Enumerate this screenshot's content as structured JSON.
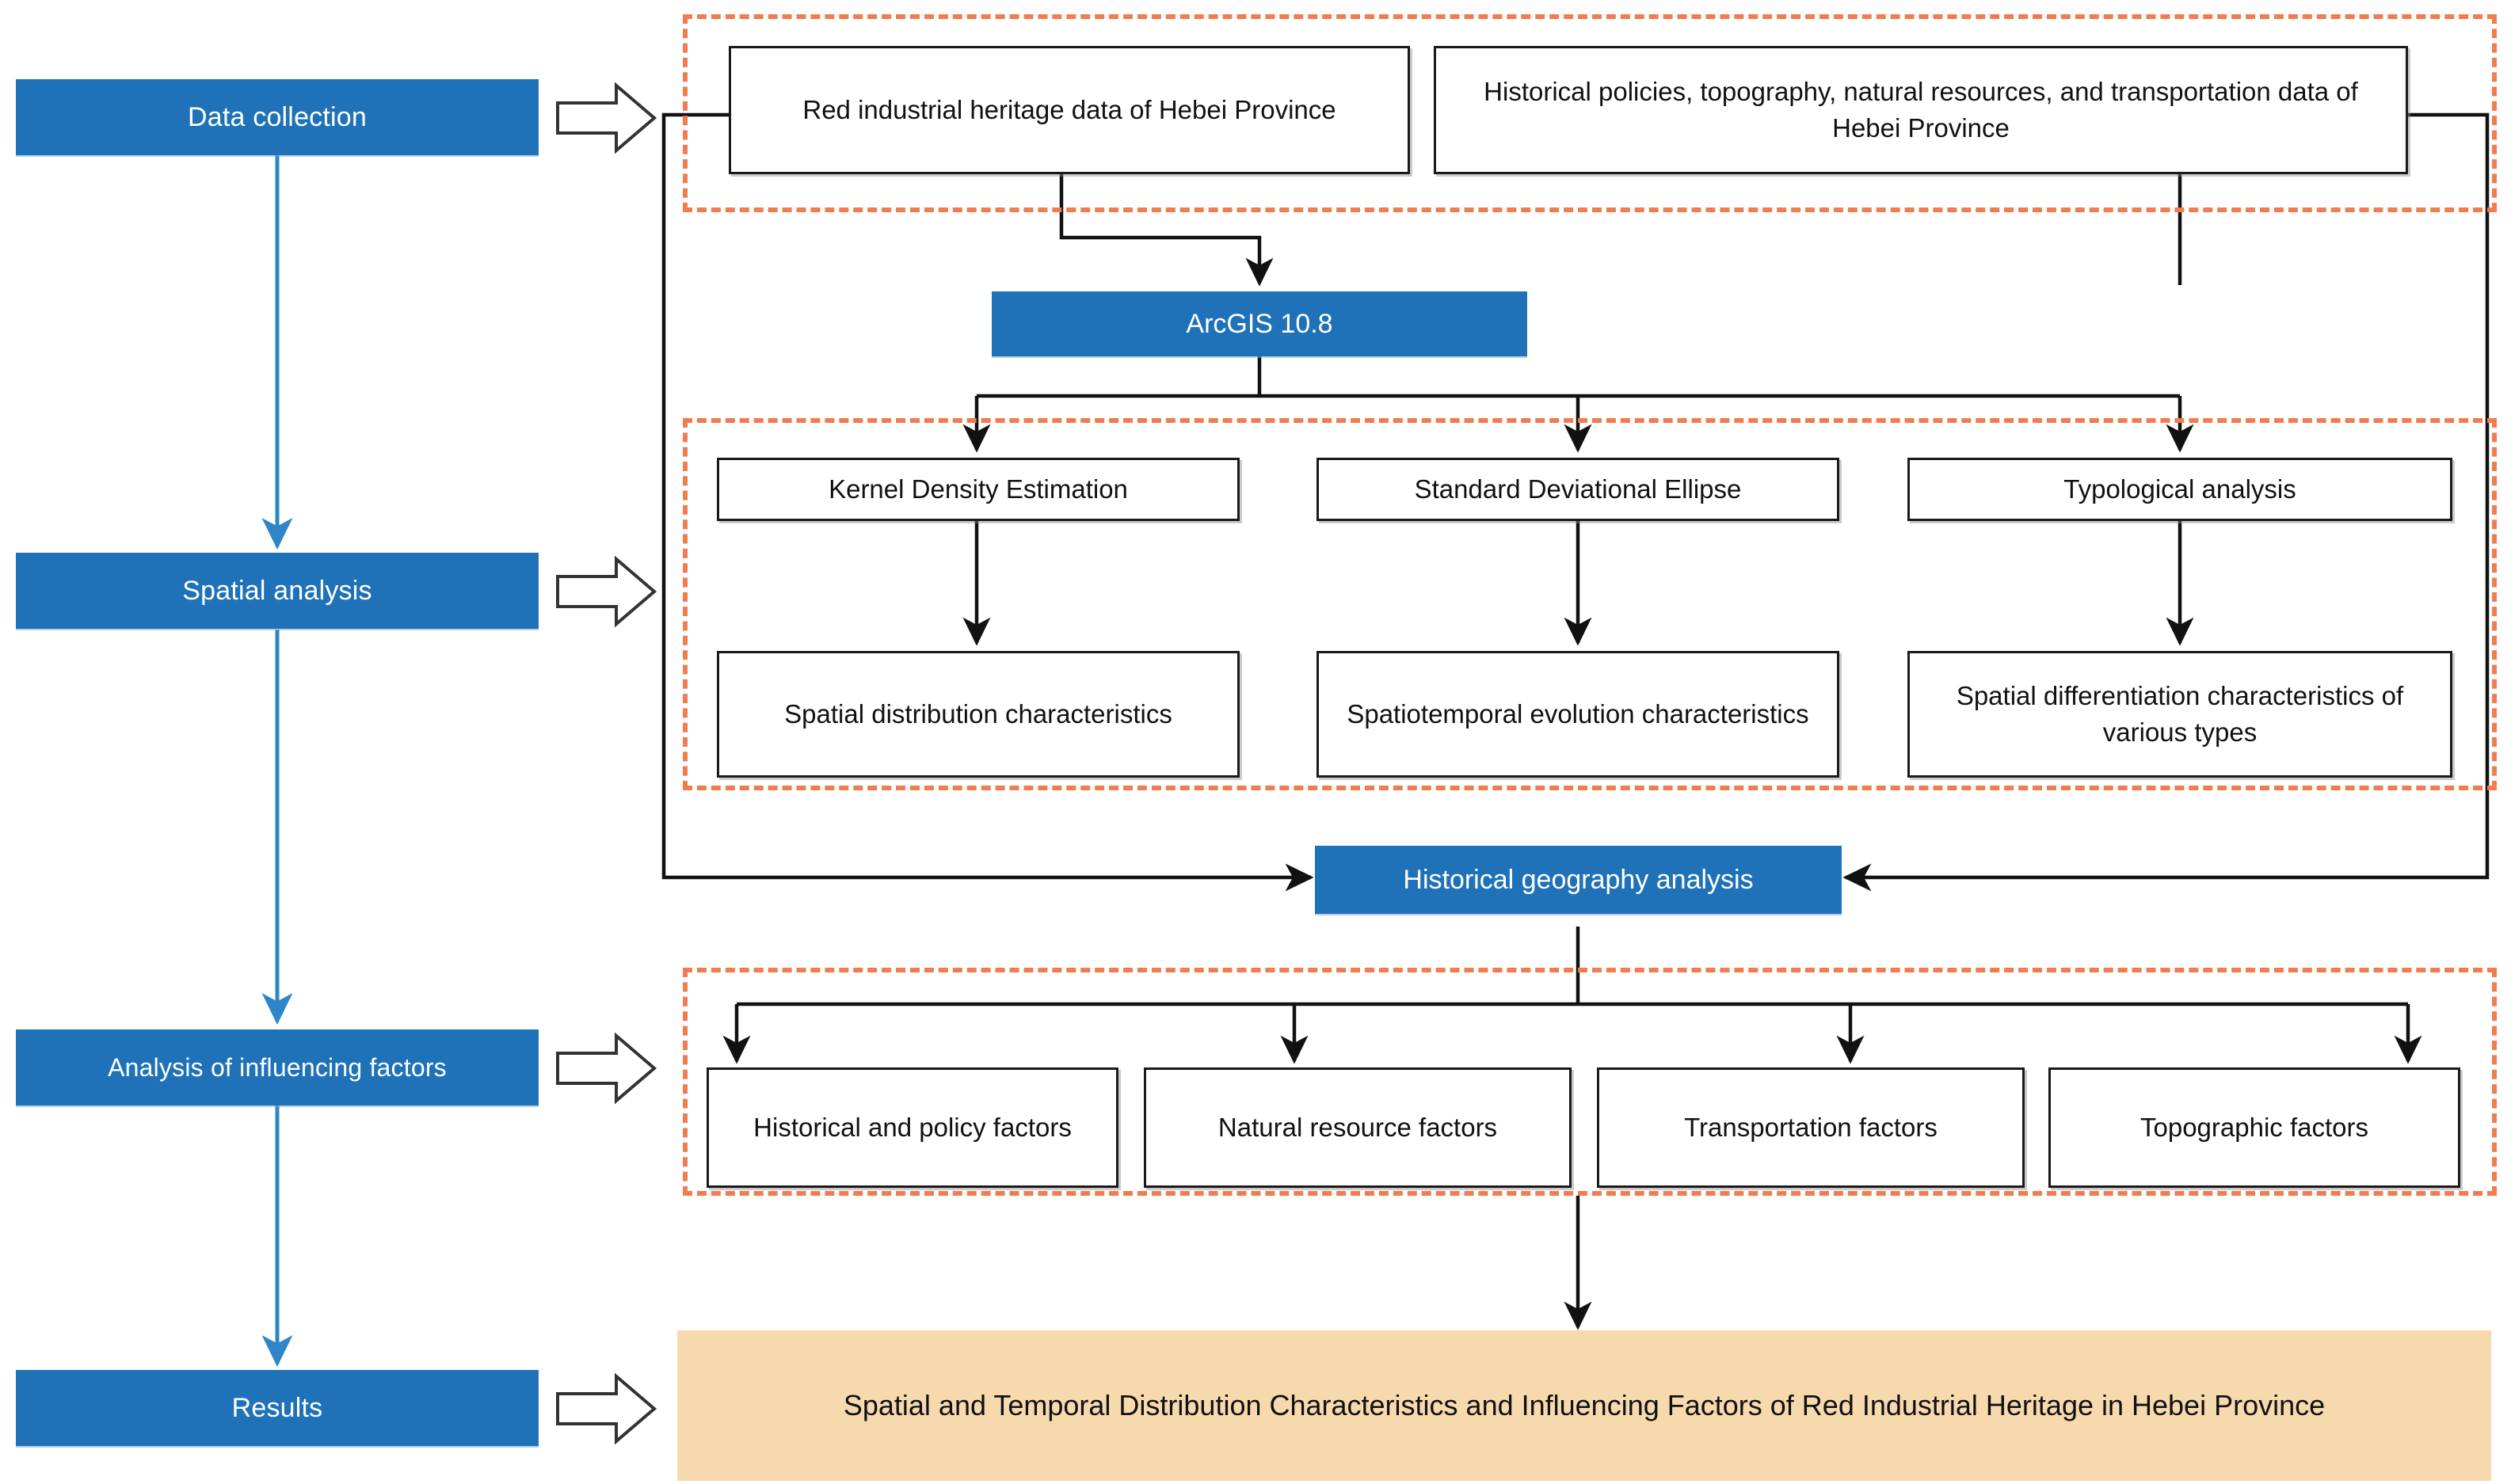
{
  "diagram": {
    "title_note": "Research framework flowchart",
    "colors": {
      "stage_blue": "#1f72b8",
      "dashed_orange": "#ef7d4f",
      "result_tan": "#f7d9ae",
      "node_border": "#1a1a1a",
      "connector_blue": "#2e86c8"
    }
  },
  "stages": [
    {
      "id": "data-collection",
      "label": "Data collection"
    },
    {
      "id": "spatial-analysis",
      "label": "Spatial analysis"
    },
    {
      "id": "influencing-factors",
      "label": "Analysis of influencing factors"
    },
    {
      "id": "results",
      "label": "Results"
    }
  ],
  "data_sources": [
    {
      "id": "red-heritage-data",
      "label": "Red industrial heritage data of Hebei Province"
    },
    {
      "id": "context-data",
      "label": "Historical policies, topography, natural resources, and transportation data of Hebei Province"
    }
  ],
  "software": {
    "id": "arcgis",
    "label": "ArcGIS 10.8"
  },
  "methods": [
    {
      "id": "kernel-density-estimation",
      "label": "Kernel Density Estimation"
    },
    {
      "id": "standard-deviational-ellipse",
      "label": "Standard Deviational Ellipse"
    },
    {
      "id": "typological-analysis",
      "label": "Typological analysis"
    }
  ],
  "outcomes": [
    {
      "id": "spatial-distribution",
      "label": "Spatial distribution characteristics"
    },
    {
      "id": "spatiotemporal-evolution",
      "label": "Spatiotemporal evolution characteristics"
    },
    {
      "id": "spatial-differentiation",
      "label": "Spatial differentiation characteristics of various types"
    }
  ],
  "synthesis": {
    "id": "historical-geography-analysis",
    "label": "Historical geography analysis"
  },
  "factors": [
    {
      "id": "historical-policy-factors",
      "label": "Historical and policy factors"
    },
    {
      "id": "natural-resource-factors",
      "label": "Natural resource factors"
    },
    {
      "id": "transportation-factors",
      "label": "Transportation factors"
    },
    {
      "id": "topographic-factors",
      "label": "Topographic factors"
    }
  ],
  "result": {
    "id": "final-result",
    "label": "Spatial and Temporal Distribution Characteristics and Influencing Factors of Red Industrial Heritage in Hebei Province"
  }
}
